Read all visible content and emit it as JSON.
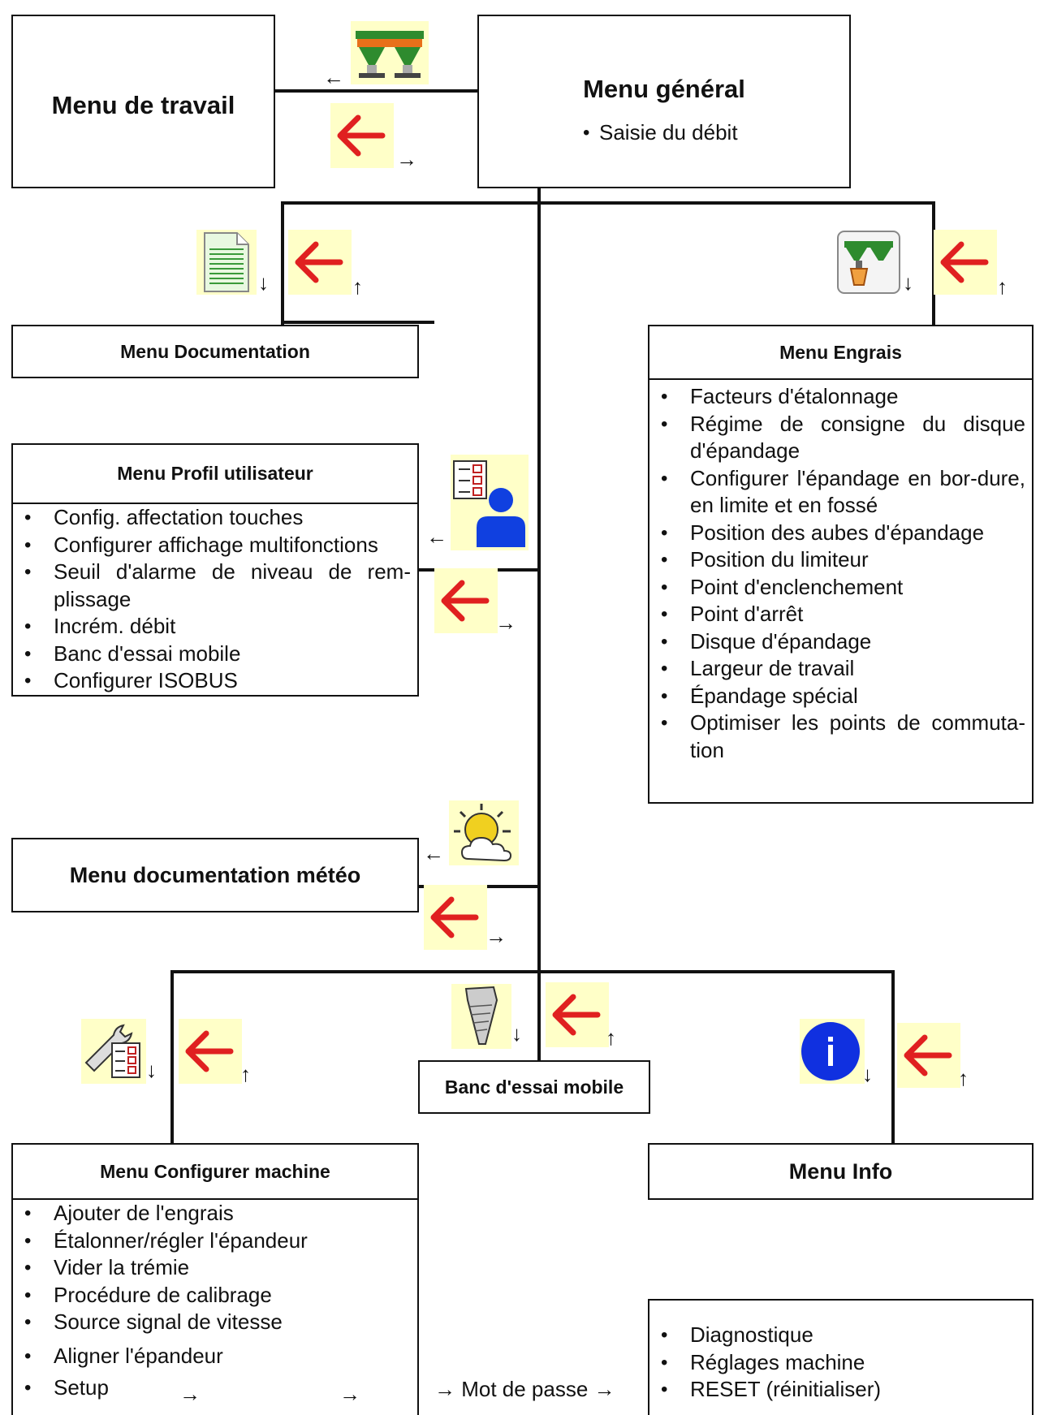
{
  "work_menu": {
    "title": "Menu de travail"
  },
  "main_menu": {
    "title": "Menu général",
    "items": [
      "Saisie du débit"
    ]
  },
  "documentation_menu": {
    "title": "Menu Documentation"
  },
  "fertilizer_menu": {
    "title": "Menu Engrais",
    "items": [
      "Facteurs d'étalonnage",
      "Régime de consigne du disque d'épandage",
      "Configurer l'épandage en bor-dure, en limite et en fossé",
      "Position des aubes d'épandage",
      "Position du limiteur",
      "Point d'enclenchement",
      "Point d'arrêt",
      "Disque d'épandage",
      "Largeur de travail",
      "Épandage spécial",
      "Optimiser les points de commuta-tion"
    ]
  },
  "user_profile_menu": {
    "title": "Menu Profil utilisateur",
    "items": [
      "Config. affectation touches",
      "Configurer affichage multifonctions",
      "Seuil d'alarme de niveau de rem-plissage",
      "Incrém. débit",
      "Banc d'essai mobile",
      "Configurer ISOBUS"
    ]
  },
  "weather_menu": {
    "title": "Menu documentation météo"
  },
  "test_bench": {
    "title": "Banc d'essai mobile"
  },
  "machine_menu": {
    "title": "Menu Configurer machine",
    "items": [
      "Ajouter de l'engrais",
      "Étalonner/régler l'épandeur",
      "Vider la trémie",
      "Procédure de calibrage",
      "Source signal de vitesse",
      "Aligner l'épandeur",
      "Setup"
    ]
  },
  "info_menu": {
    "title": "Menu Info"
  },
  "info_list": {
    "items": [
      "Diagnostique",
      "Réglages machine",
      "RESET (réinitialiser)"
    ]
  },
  "password_label": "→ Mot de passe →",
  "setup_arrows": [
    "→",
    "→"
  ],
  "arrow_glyphs": {
    "left": "←",
    "right": "→",
    "up": "↑",
    "down": "↓"
  },
  "colors": {
    "icon_bg": "#ffffc8",
    "back_arrow": "#e02020",
    "info_blue": "#1030e0",
    "spreader_green": "#2e8b2e",
    "spreader_orange": "#e8701a",
    "user_blue": "#1040e0"
  }
}
